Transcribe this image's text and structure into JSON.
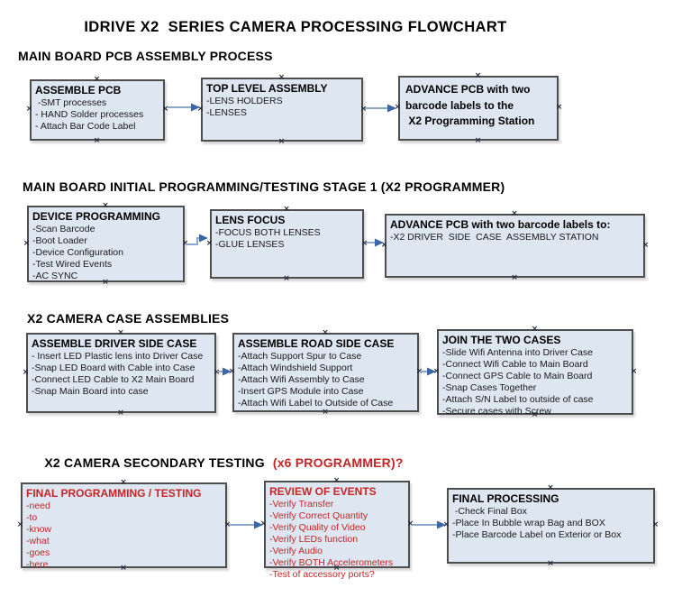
{
  "title": "IDRIVE X2  SERIES CAMERA PROCESSING FLOWCHART",
  "icons": {
    "connection_marker": "×"
  },
  "colors": {
    "box_fill": "#dde6f1",
    "box_border": "#4e4e4e",
    "red_text": "#c42525",
    "arrow_line": "#8ea9c8",
    "arrow_head": "#3a66a8",
    "background": "#ffffff",
    "text": "#111111"
  },
  "sections": [
    {
      "heading": "MAIN BOARD PCB ASSEMBLY PROCESS"
    },
    {
      "heading": "MAIN BOARD INITIAL PROGRAMMING/TESTING STAGE 1 (X2 PROGRAMMER)"
    },
    {
      "heading": "X2 CAMERA CASE ASSEMBLIES"
    },
    {
      "heading": "X2 CAMERA SECONDARY TESTING",
      "heading_red": "(x6 PROGRAMMER)?"
    }
  ],
  "boxes": [
    {
      "title": "ASSEMBLE PCB",
      "items": [
        " -SMT processes",
        "- HAND Solder processes",
        "- Attach Bar Code Label"
      ]
    },
    {
      "title": "TOP LEVEL ASSEMBLY",
      "items": [
        "-LENS HOLDERS",
        "-LENSES"
      ]
    },
    {
      "lines": [
        "ADVANCE PCB with two",
        "barcode labels to the",
        " X2 Programming Station"
      ]
    },
    {
      "title": "DEVICE PROGRAMMING",
      "items": [
        "-Scan Barcode",
        "-Boot Loader",
        "-Device Configuration",
        "-Test Wired Events",
        "-AC SYNC"
      ]
    },
    {
      "title": "LENS FOCUS",
      "items": [
        "-FOCUS BOTH LENSES",
        "-GLUE LENSES"
      ]
    },
    {
      "title": "ADVANCE PCB with two barcode labels to:",
      "items": [
        "-X2 DRIVER  SIDE  CASE  ASSEMBLY STATION"
      ]
    },
    {
      "title": "ASSEMBLE DRIVER SIDE CASE",
      "items": [
        "- Insert LED Plastic lens into Driver Case",
        "-Snap LED Board with Cable into Case",
        "-Connect LED Cable to X2 Main Board",
        "-Snap Main Board into case"
      ]
    },
    {
      "title": "ASSEMBLE ROAD SIDE CASE",
      "items": [
        "-Attach Support Spur to Case",
        "-Attach Windshield Support",
        "-Attach Wifi Assembly to Case",
        "-Insert GPS Module into Case",
        "-Attach Wifi Label to Outside of Case"
      ]
    },
    {
      "title": "JOIN THE TWO CASES",
      "items": [
        "-Slide Wifi Antenna into Driver Case",
        "-Connect Wifi Cable to Main Board",
        "-Connect GPS Cable to Main Board",
        "-Snap Cases Together",
        "-Attach S/N Label to outside of case",
        "-Secure cases with Screw"
      ]
    },
    {
      "title": "FINAL PROGRAMMING / TESTING",
      "red": true,
      "items": [
        "-need",
        "-to",
        "-know",
        "-what",
        "-goes",
        "-here"
      ]
    },
    {
      "title": "REVIEW OF EVENTS",
      "red": true,
      "items": [
        "-Verify Transfer",
        "-Verify Correct Quantity",
        "-Verify Quality of Video",
        "-Verify LEDs function",
        "-Verify Audio",
        "-Verify BOTH Accelerometers",
        "-Test of accessory ports?"
      ]
    },
    {
      "title": "FINAL PROCESSING",
      "items": [
        " -Check Final Box",
        "-Place In Bubble wrap Bag and BOX",
        "-Place Barcode Label on Exterior or Box"
      ]
    }
  ]
}
